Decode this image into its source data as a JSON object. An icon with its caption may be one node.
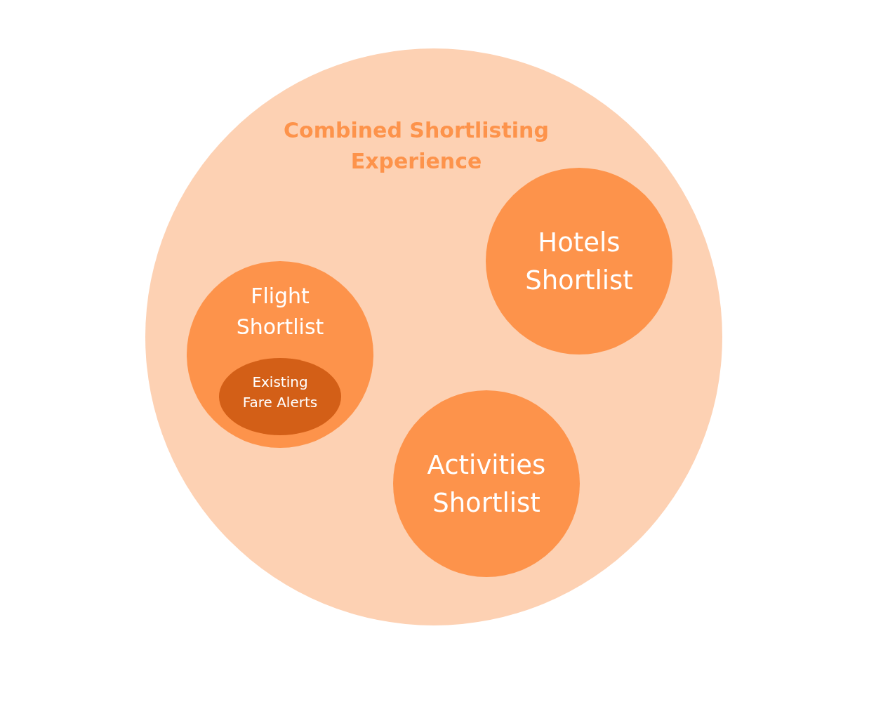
{
  "diagram": {
    "nodes": [
      {
        "text": [
          "Combined Shortlisting Experience"
        ]
      },
      {
        "text": [
          "Flight Shortlist"
        ],
        "in": 0
      },
      {
        "text": [
          "Existing Fare Alerts"
        ],
        "in": 1
      },
      {
        "text": [
          "Hotels Shortlist"
        ],
        "in": 0
      },
      {
        "text": [
          "Activities Shortlist"
        ],
        "in": 0
      }
    ]
  }
}
